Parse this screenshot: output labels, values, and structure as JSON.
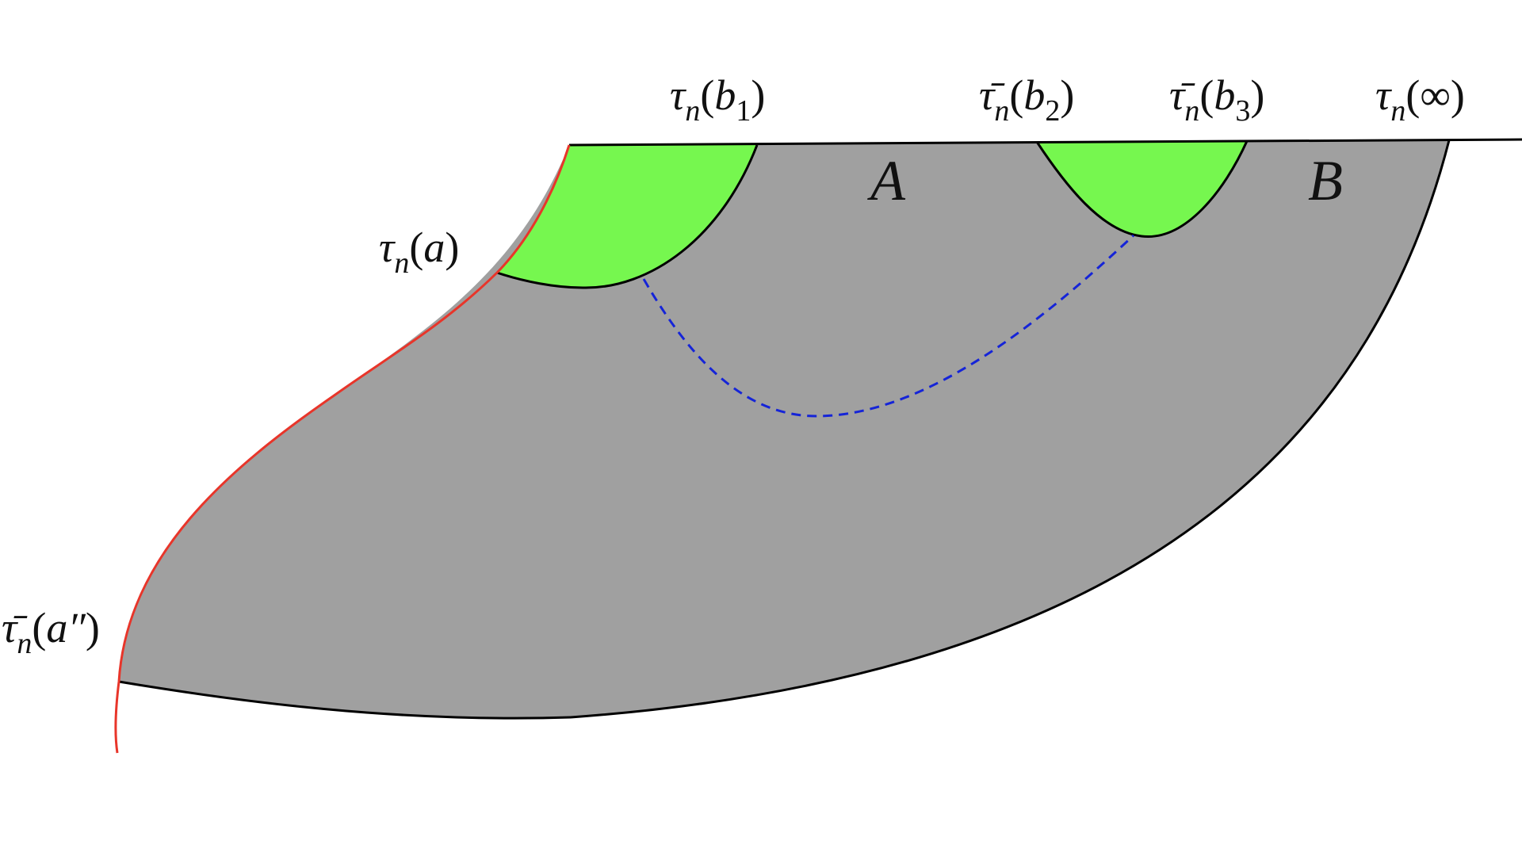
{
  "colors": {
    "region": "#a0a0a0",
    "cusp": "#76f74f",
    "left_boundary": "#e8352a",
    "outline": "#000000",
    "geodesic": "#1524d8",
    "background": "#ffffff"
  },
  "labels": {
    "tau_b1": {
      "sym": "τ",
      "sub": "n",
      "open": "(",
      "arg": "b",
      "argsub": "1",
      "close": ")"
    },
    "taubar_b2": {
      "sym": "τ̄",
      "sub": "n",
      "open": "(",
      "arg": "b",
      "argsub": "2",
      "close": ")"
    },
    "taubar_b3": {
      "sym": "τ̄",
      "sub": "n",
      "open": "(",
      "arg": "b",
      "argsub": "3",
      "close": ")"
    },
    "tau_inf": {
      "sym": "τ",
      "sub": "n",
      "open": "(",
      "arg": "∞",
      "close": ")"
    },
    "tau_a": {
      "sym": "τ",
      "sub": "n",
      "open": "(",
      "arg": "a",
      "close": ")"
    },
    "taubar_a2": {
      "sym": "τ̄",
      "sub": "n",
      "open": "(",
      "arg": "a″",
      "close": ")"
    }
  },
  "regions": {
    "A": "A",
    "B": "B"
  }
}
